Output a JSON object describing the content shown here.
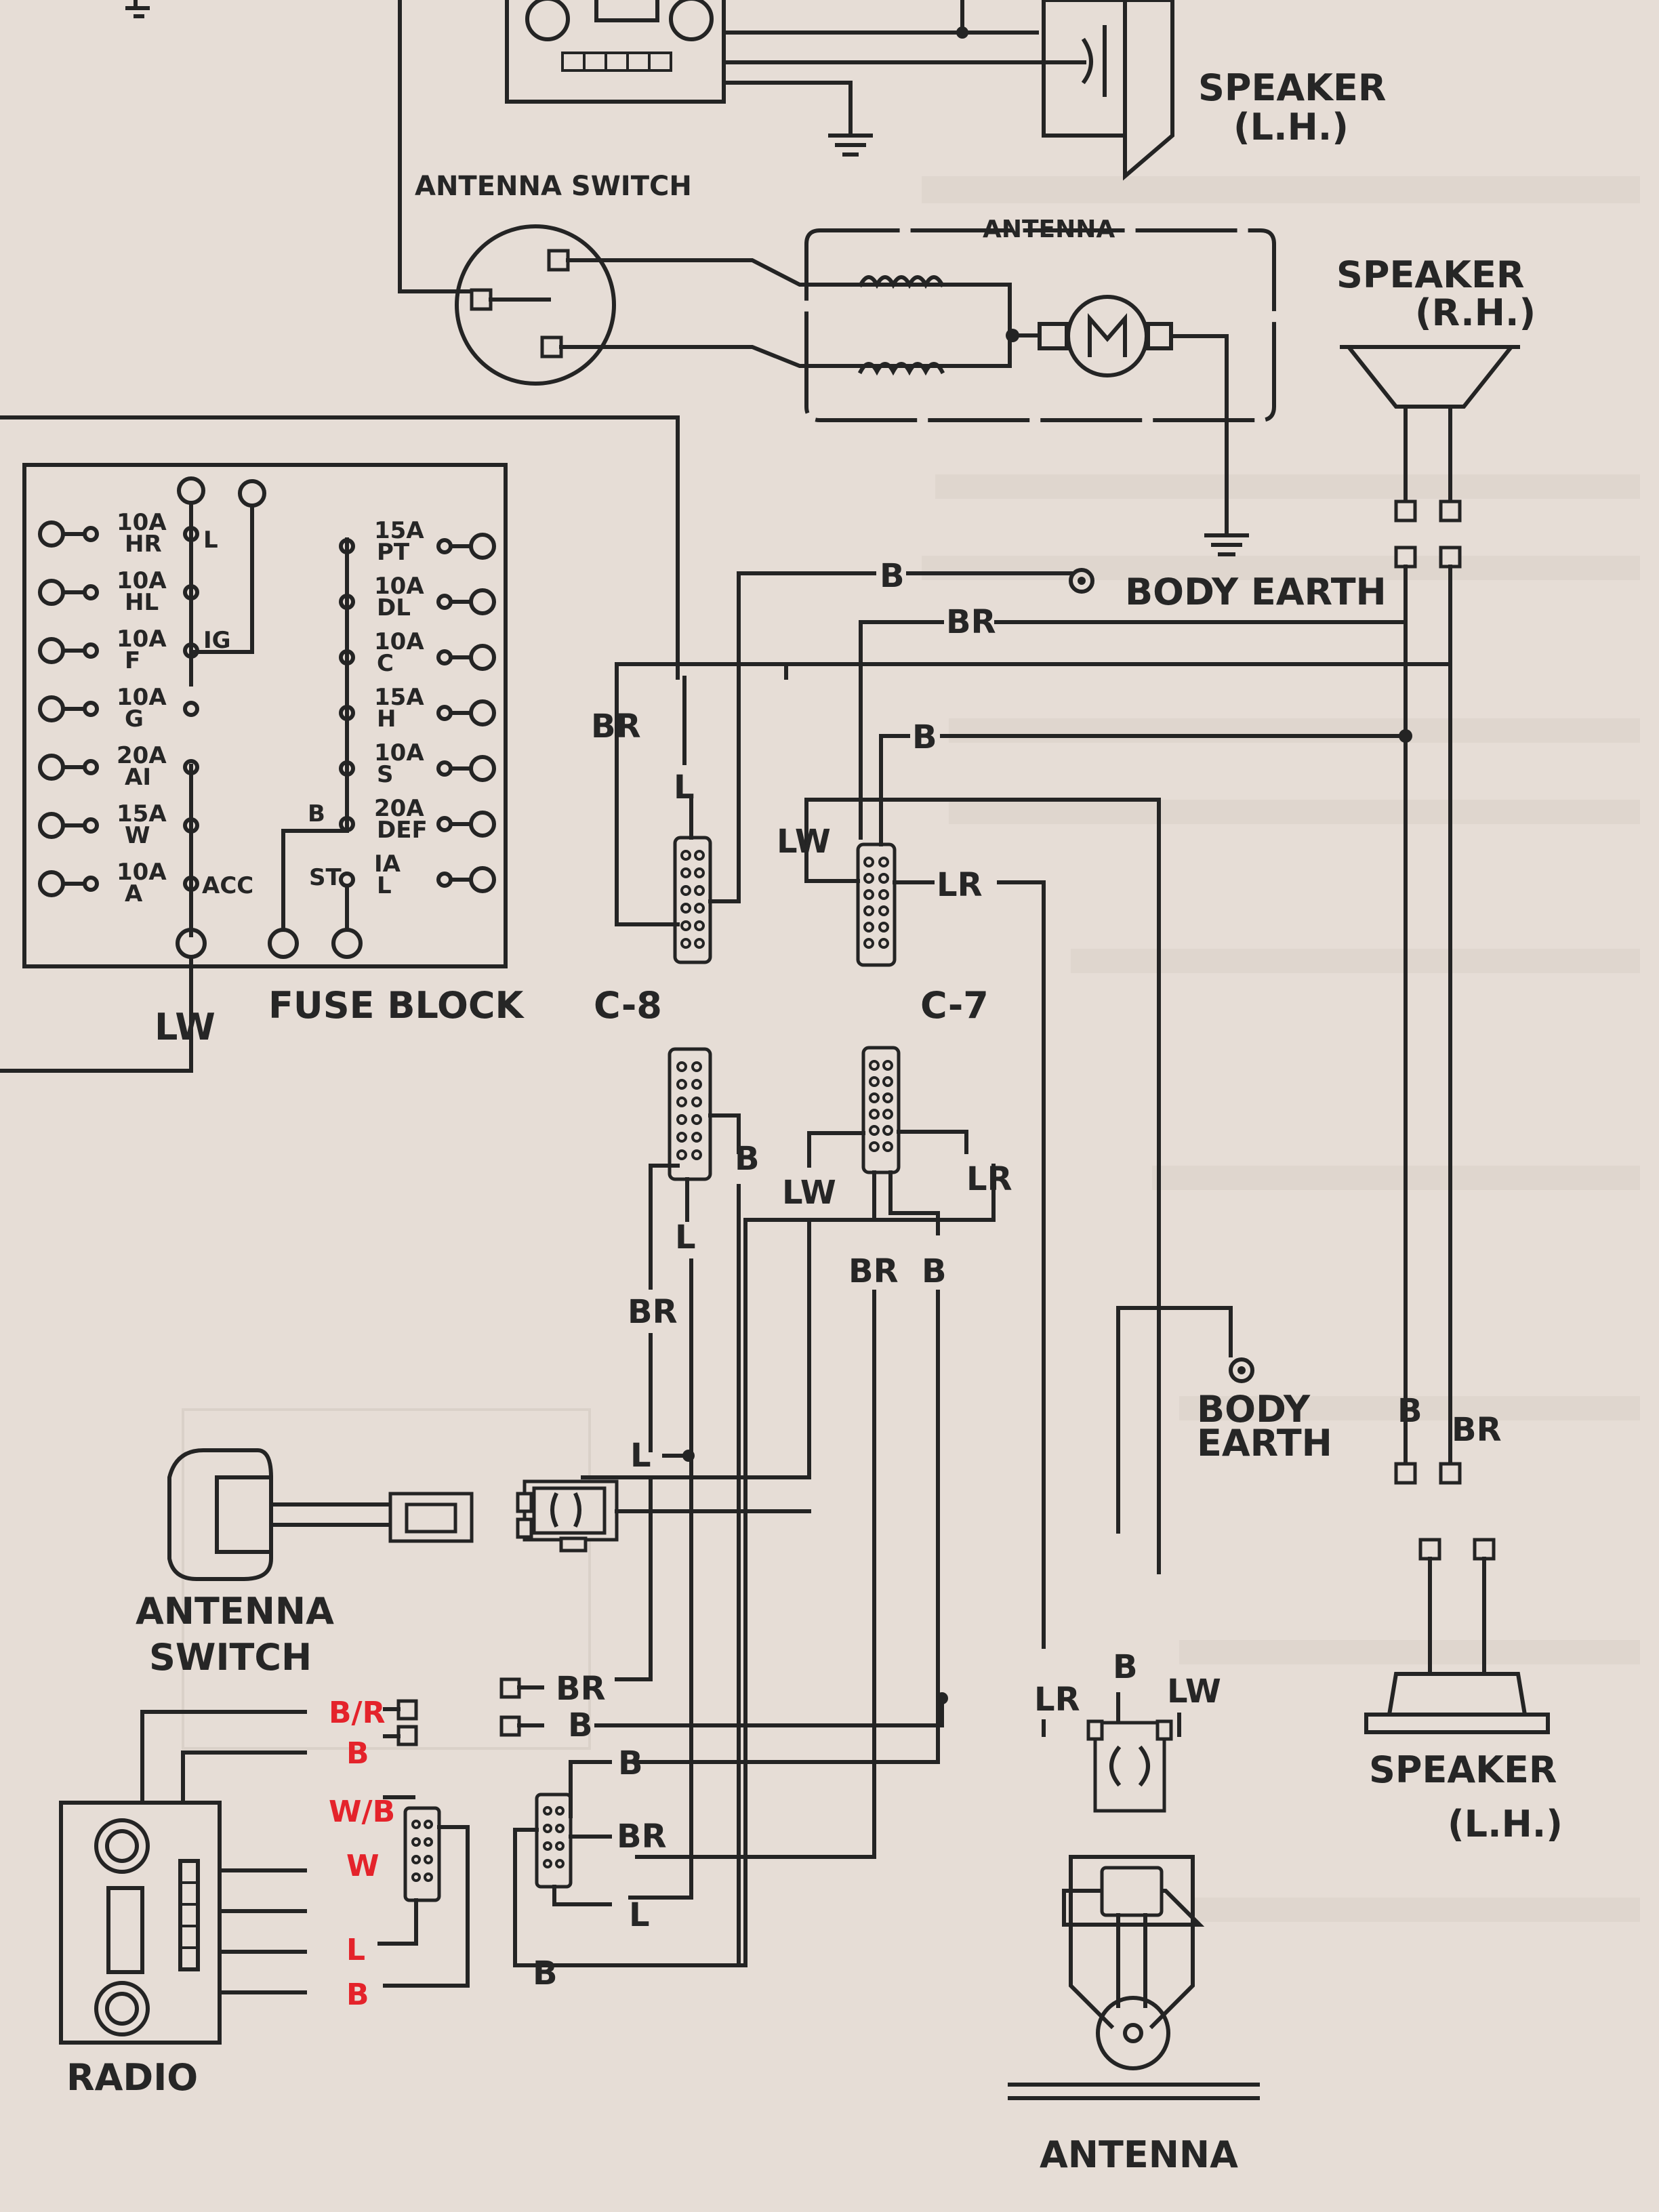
{
  "labels": {
    "speaker_lh_top": "SPEAKER",
    "speaker_lh_top_side": "(L.H.)",
    "speaker_rh": "SPEAKER",
    "speaker_rh_side": "(R.H.)",
    "antenna_switch_top": "ANTENNA SWITCH",
    "antenna_top": "ANTENNA",
    "body_earth_top": "BODY EARTH",
    "fuse_block": "FUSE BLOCK",
    "c8": "C-8",
    "c7": "C-7",
    "lw_fuse": "LW",
    "antenna_switch_bottom_1": "ANTENNA",
    "antenna_switch_bottom_2": "SWITCH",
    "radio": "RADIO",
    "body_earth_mid_1": "BODY",
    "body_earth_mid_2": "EARTH",
    "speaker_lh_bottom": "SPEAKER",
    "speaker_lh_bottom_side": "(L.H.)",
    "antenna_bottom": "ANTENNA"
  },
  "fuses_left": [
    {
      "amp": "10A",
      "code": "HR"
    },
    {
      "amp": "10A",
      "code": "HL"
    },
    {
      "amp": "10A",
      "code": "F"
    },
    {
      "amp": "10A",
      "code": "G"
    },
    {
      "amp": "20A",
      "code": "AI"
    },
    {
      "amp": "15A",
      "code": "W"
    },
    {
      "amp": "10A",
      "code": "A"
    }
  ],
  "fuses_right": [
    {
      "amp": "15A",
      "code": "PT"
    },
    {
      "amp": "10A",
      "code": "DL"
    },
    {
      "amp": "10A",
      "code": "C"
    },
    {
      "amp": "15A",
      "code": "H"
    },
    {
      "amp": "10A",
      "code": "S"
    },
    {
      "amp": "20A",
      "code": "DEF"
    },
    {
      "amp": "IA",
      "code": "L"
    }
  ],
  "fuse_bus": {
    "l": "L",
    "ig": "IG",
    "acc": "ACC",
    "st": "ST",
    "b": "B"
  },
  "wire_codes": {
    "b_body_earth": "B",
    "br_top": "BR",
    "b_upper": "B",
    "br_left": "BR",
    "l_c8": "L",
    "lw_c7": "LW",
    "lr_c7": "LR",
    "b_c8_lower": "B",
    "l_c8_lower": "L",
    "lw_c7_lower": "LW",
    "lr_c7_lower": "LR",
    "br_c7_lower": "BR",
    "b_c7_lower": "B",
    "br_mid": "BR",
    "l_mid": "L",
    "br_radio_row": "BR",
    "b_radio_row": "B",
    "b_plug_top": "B",
    "br_plug": "BR",
    "l_plug": "L",
    "b_bottom": "B",
    "lr_ant": "LR",
    "b_ant": "B",
    "lw_ant": "LW",
    "b_spk": "B",
    "br_spk": "BR"
  },
  "radio_wires": [
    {
      "color": "B/R"
    },
    {
      "color": "B"
    },
    {
      "color": "W/B"
    },
    {
      "color": "W"
    },
    {
      "color": "L"
    },
    {
      "color": "B"
    }
  ],
  "highlight_color": "#e4232b"
}
